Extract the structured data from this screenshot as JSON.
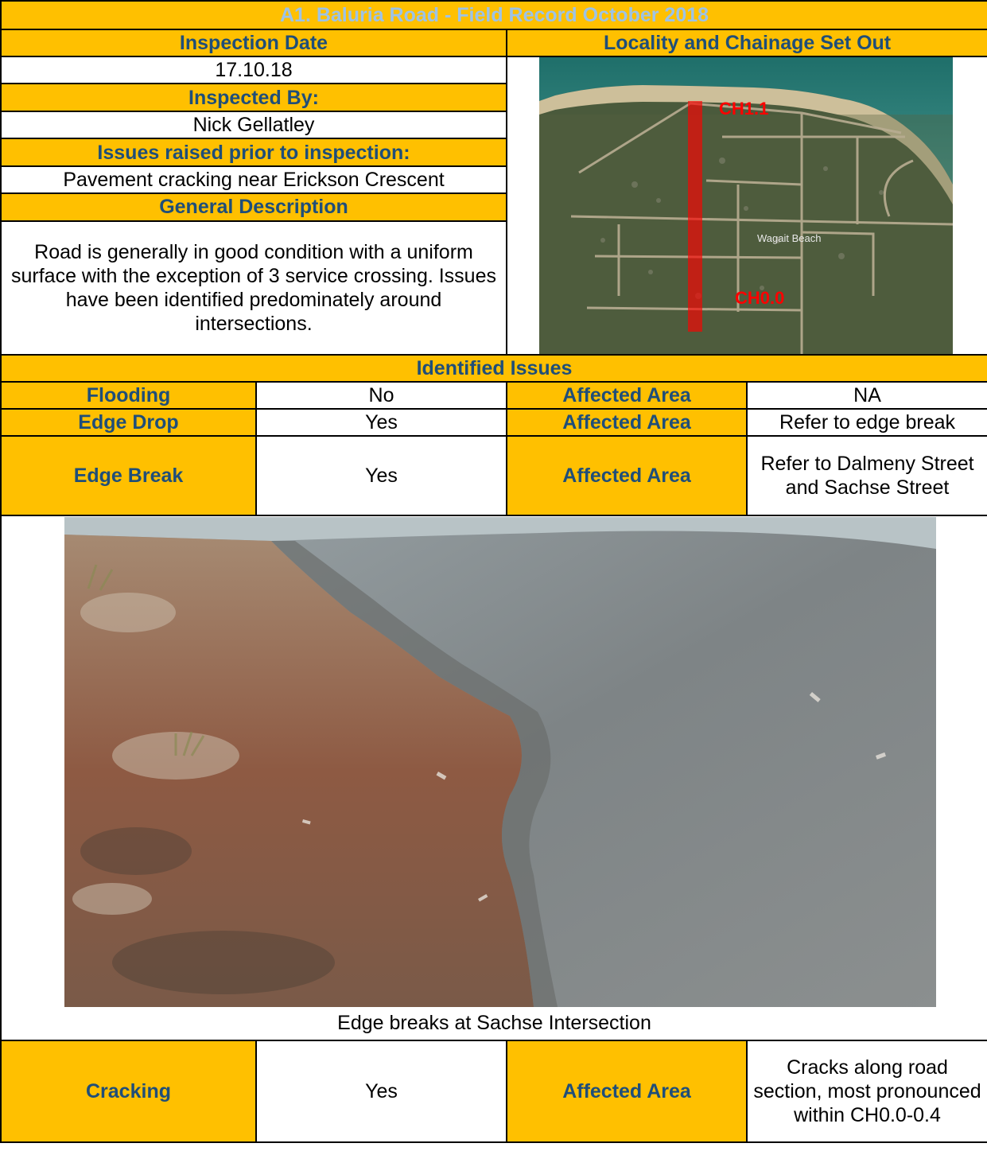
{
  "title": "A1. Baluria Road - Field Record October 2018",
  "inspection_date": {
    "label": "Inspection Date",
    "value": "17.10.18"
  },
  "locality": {
    "label": "Locality and Chainage Set Out",
    "map_labels": {
      "ch_end": "CH1.1",
      "ch_start": "CH0.0",
      "place": "Wagait Beach"
    }
  },
  "inspected_by": {
    "label": "Inspected By:",
    "value": "Nick Gellatley"
  },
  "issues_prior": {
    "label": "Issues raised prior to inspection:",
    "value": "Pavement cracking near Erickson Crescent"
  },
  "general": {
    "label": "General Description",
    "text": "Road is generally in good condition with a uniform surface with the exception of 3 service crossing. Issues have been identified predominately around intersections."
  },
  "identified_issues": {
    "label": "Identified Issues",
    "rows": [
      {
        "issue": "Flooding",
        "present": "No",
        "area_label": "Affected Area",
        "area": "NA"
      },
      {
        "issue": "Edge Drop",
        "present": "Yes",
        "area_label": "Affected Area",
        "area": "Refer to edge break"
      },
      {
        "issue": "Edge Break",
        "present": "Yes",
        "area_label": "Affected Area",
        "area": "Refer to Dalmeny Street and Sachse Street"
      }
    ]
  },
  "photo": {
    "caption": "Edge breaks at Sachse Intersection"
  },
  "cracking": {
    "issue": "Cracking",
    "present": "Yes",
    "area_label": "Affected Area",
    "area": "Cracks along road section, most pronounced within CH0.0-0.4"
  },
  "colors": {
    "header_fill": "#FFC000",
    "header_text": "#1F4E79",
    "title_text": "#9DC3E6",
    "chainage_marker": "#FF0000"
  }
}
